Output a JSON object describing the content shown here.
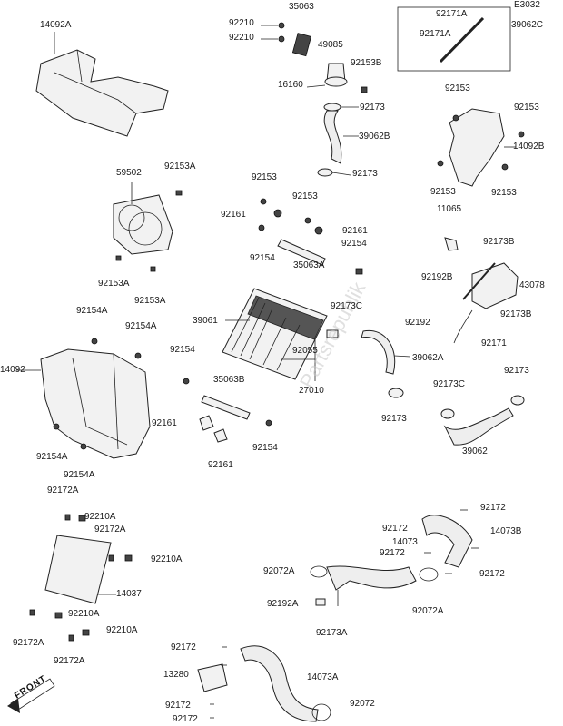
{
  "diagram": {
    "code": "E3032",
    "watermark": "Partsrepublik",
    "front_label": "FRONT",
    "labels": [
      "14092A",
      "35063",
      "92210",
      "92210",
      "49085",
      "92153B",
      "16160",
      "92173",
      "39062B",
      "92173",
      "92171A",
      "92171A",
      "39062C",
      "92153",
      "92153",
      "14092B",
      "92153",
      "92153",
      "59502",
      "92153A",
      "92153A",
      "92153A",
      "92153",
      "92161",
      "92153",
      "92161",
      "92154",
      "92154",
      "35063A",
      "11065",
      "92173B",
      "92192B",
      "43078",
      "92192",
      "92173B",
      "92171",
      "39061",
      "92173C",
      "92055",
      "39062A",
      "27010",
      "92154",
      "35063B",
      "92173",
      "92173",
      "92173C",
      "92161",
      "92161",
      "92154",
      "39062",
      "92154A",
      "92154A",
      "14092",
      "92154A",
      "92154A",
      "92172A",
      "92210A",
      "92172A",
      "92210A",
      "14037",
      "92210A",
      "92172A",
      "92210A",
      "92172A",
      "92172",
      "92172",
      "14073B",
      "92172",
      "14073",
      "92072A",
      "92172",
      "92192A",
      "92173A",
      "92072A",
      "92172",
      "13280",
      "14073A",
      "92172",
      "92072",
      "92172"
    ]
  }
}
